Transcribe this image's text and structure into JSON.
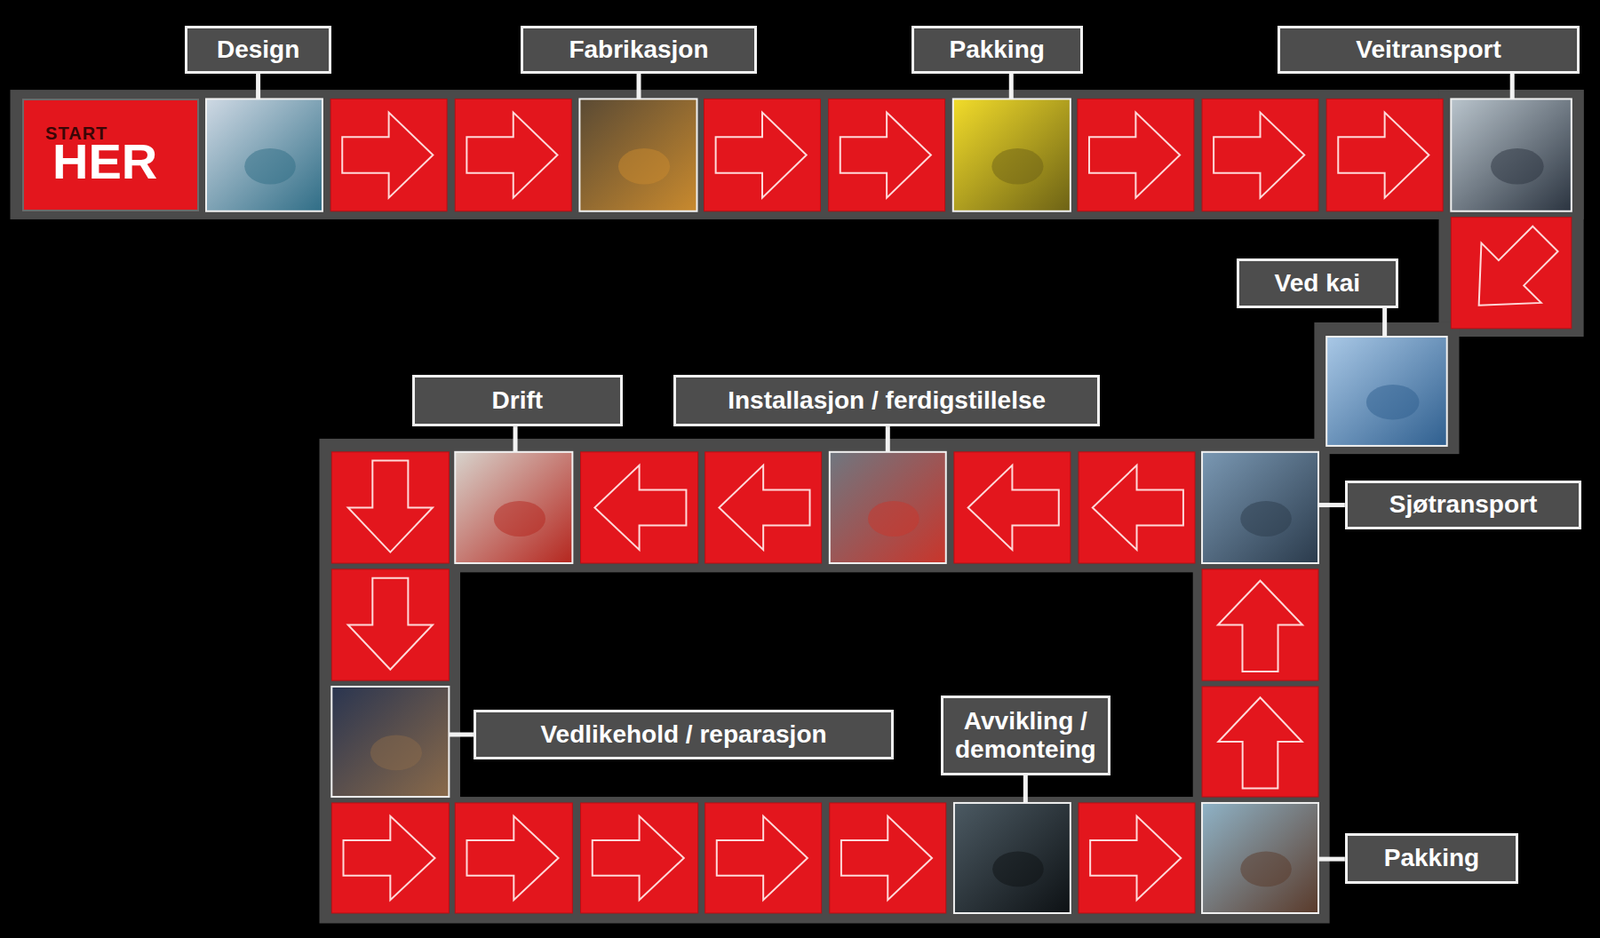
{
  "diagram": {
    "nodes": [
      {
        "text": [
          "START",
          "HER"
        ]
      },
      {
        "text": [
          "Design"
        ]
      },
      {
        "text": [
          "Fabrikasjon"
        ]
      },
      {
        "text": [
          "Pakking"
        ]
      },
      {
        "text": [
          "Veitransport"
        ]
      },
      {
        "text": [
          "Ved kai"
        ]
      },
      {
        "text": [
          "Drift"
        ]
      },
      {
        "text": [
          "Installasjon / ferdigstillelse"
        ]
      },
      {
        "text": [
          "Sjøtransport"
        ]
      },
      {
        "text": [
          "Vedlikehold / reparasjon"
        ]
      },
      {
        "text": [
          "Avvikling / demonteing"
        ]
      },
      {
        "text": [
          "Pakking"
        ]
      }
    ]
  }
}
